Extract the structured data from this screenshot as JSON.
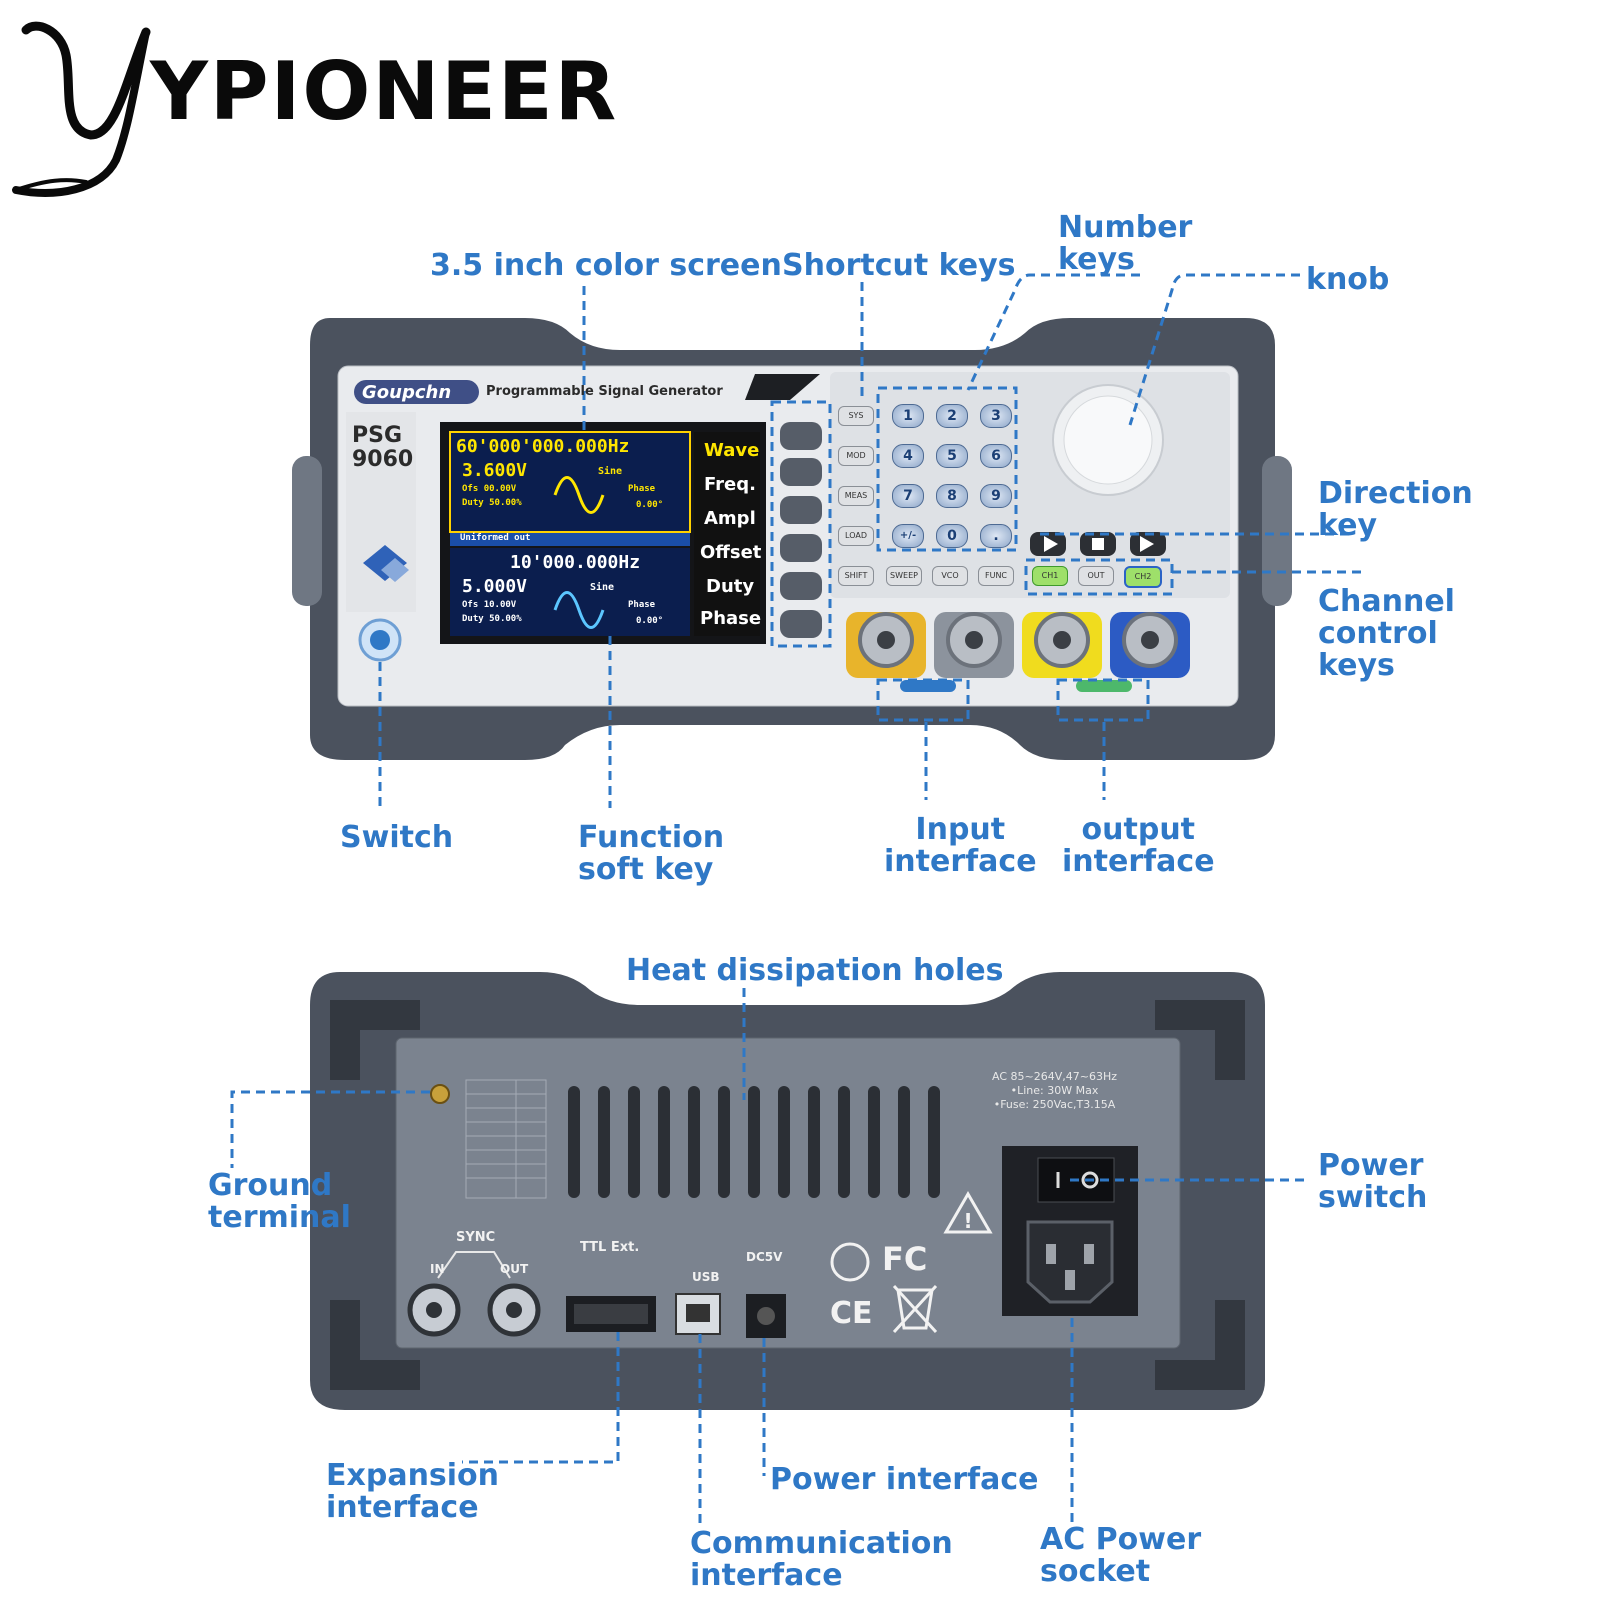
{
  "brand": {
    "mark": "Y",
    "name": "YPIONEER"
  },
  "colors": {
    "callout": "#2f78c6",
    "chassis": "#4e5562",
    "panel": "#e5e7ea",
    "screen_bg": "#0a2a6b",
    "ch1_text": "#ffe600",
    "ch2_text": "#ffffff"
  },
  "front": {
    "device_brand": "Goupchn",
    "device_subtitle": "Programmable Signal Generator",
    "model": [
      "PSG",
      "9060"
    ],
    "screen": {
      "ch1_freq": "60'000'000.000Hz",
      "ch1_ampl": "3.600V",
      "ch1_wave": "Sine",
      "ch1_offset_label": "Ofs",
      "ch1_offset": "00.00V",
      "ch1_duty_label": "Duty",
      "ch1_duty": "50.00%",
      "ch1_phase_label": "Phase",
      "ch1_phase": "0.00°",
      "mode_bar": "Uniformed out",
      "ch2_freq": "10'000.000Hz",
      "ch2_ampl": "5.000V",
      "ch2_wave": "Sine",
      "ch2_offset_label": "Ofs",
      "ch2_offset": "10.00V",
      "ch2_duty_label": "Duty",
      "ch2_duty": "50.00%",
      "ch2_phase_label": "Phase",
      "ch2_phase": "0.00°"
    },
    "soft_keys": [
      "Wave",
      "Freq.",
      "Ampl",
      "Offset",
      "Duty",
      "Phase"
    ],
    "shortcut_keys": [
      "SYS",
      "MOD",
      "MEAS",
      "LOAD",
      "SHIFT"
    ],
    "number_keys": [
      "1",
      "2",
      "3",
      "4",
      "5",
      "6",
      "7",
      "8",
      "9",
      "+/-",
      "0",
      "."
    ],
    "lower_keys": [
      "SWEEP",
      "VCO",
      "FUNC"
    ],
    "channel_keys": [
      "CH1",
      "OUT",
      "CH2"
    ]
  },
  "front_labels": {
    "screen": "3.5 inch color screen",
    "shortcut": "Shortcut keys",
    "number_keys": [
      "Number",
      "keys"
    ],
    "knob": "knob",
    "direction_key": [
      "Direction",
      "key"
    ],
    "channel_control": [
      "Channel",
      "control",
      "keys"
    ],
    "switch": "Switch",
    "function_soft_key": [
      "Function",
      "soft key"
    ],
    "input_interface": [
      "Input",
      "interface"
    ],
    "output_interface": [
      "output",
      "interface"
    ]
  },
  "rear": {
    "power_spec": [
      "AC 85~264V,47~63Hz",
      "•Line: 30W Max",
      "•Fuse: 250Vac,T3.15A"
    ],
    "sync_label": "SYNC",
    "sync_in": "IN",
    "sync_out": "OUT",
    "ttl_label": "TTL Ext.",
    "usb_label": "USB",
    "dc_label": "DC5V",
    "cert_marks": [
      "FC",
      "CE"
    ]
  },
  "rear_labels": {
    "heat": "Heat dissipation holes",
    "ground": [
      "Ground",
      "terminal"
    ],
    "power_switch": [
      "Power",
      "switch"
    ],
    "expansion": [
      "Expansion",
      "interface"
    ],
    "power_interface": "Power interface",
    "communication": [
      "Communication",
      "interface"
    ],
    "ac_socket": [
      "AC Power",
      "socket"
    ]
  }
}
